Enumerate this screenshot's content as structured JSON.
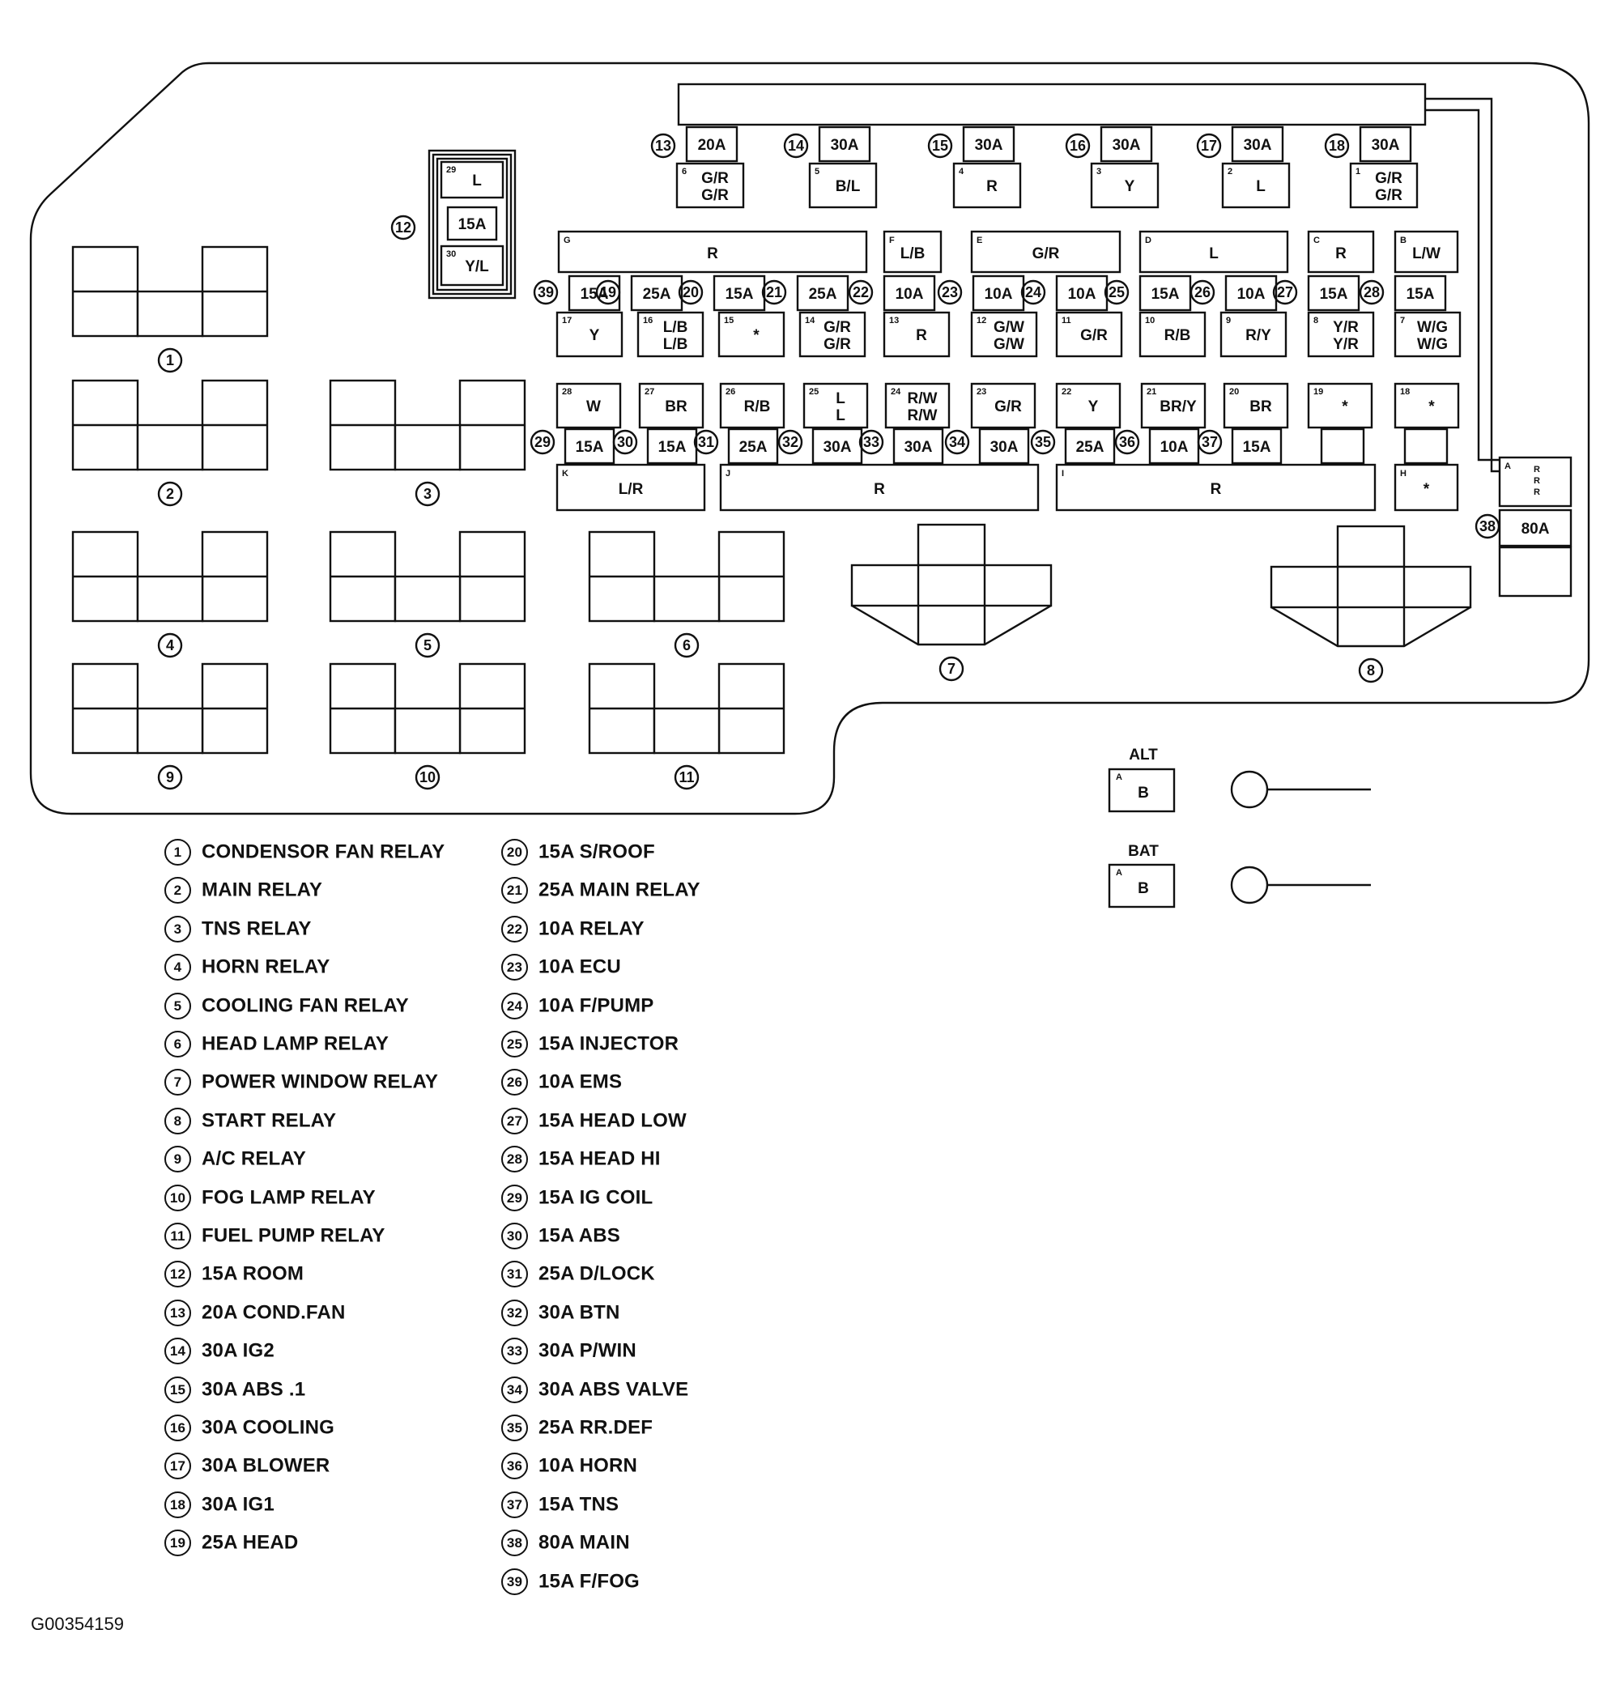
{
  "document_code": "G00354159",
  "terminals": {
    "alt": {
      "label": "ALT",
      "pin": "A",
      "wire": "B"
    },
    "bat": {
      "label": "BAT",
      "pin": "A",
      "wire": "B"
    }
  },
  "top_fuses": [
    {
      "num": "13",
      "amp": "20A",
      "pin": "6",
      "wire": [
        "G/R",
        "G/R"
      ]
    },
    {
      "num": "14",
      "amp": "30A",
      "pin": "5",
      "wire": [
        "B/L"
      ]
    },
    {
      "num": "15",
      "amp": "30A",
      "pin": "4",
      "wire": [
        "R"
      ]
    },
    {
      "num": "16",
      "amp": "30A",
      "pin": "3",
      "wire": [
        "Y"
      ]
    },
    {
      "num": "17",
      "amp": "30A",
      "pin": "2",
      "wire": [
        "L"
      ]
    },
    {
      "num": "18",
      "amp": "30A",
      "pin": "1",
      "wire": [
        "G/R",
        "G/R"
      ]
    }
  ],
  "room_fuse": {
    "num": "12",
    "amp": "15A",
    "top_pin": "29",
    "top_wire": "L",
    "bottom_pin": "30",
    "bottom_wire": "Y/L"
  },
  "row1_buses": [
    {
      "pin": "G",
      "wire": "R"
    },
    {
      "pin": "F",
      "wire": "L/B"
    },
    {
      "pin": "E",
      "wire": "G/R"
    },
    {
      "pin": "D",
      "wire": "L"
    },
    {
      "pin": "C",
      "wire": "R"
    },
    {
      "pin": "B",
      "wire": "L/W"
    }
  ],
  "row1_fuses": [
    {
      "num": "39",
      "amp": "15A"
    },
    {
      "num": "19",
      "amp": "25A"
    },
    {
      "num": "20",
      "amp": "15A"
    },
    {
      "num": "21",
      "amp": "25A"
    },
    {
      "num": "22",
      "amp": "10A"
    },
    {
      "num": "23",
      "amp": "10A"
    },
    {
      "num": "24",
      "amp": "10A"
    },
    {
      "num": "25",
      "amp": "15A"
    },
    {
      "num": "26",
      "amp": "10A"
    },
    {
      "num": "27",
      "amp": "15A"
    },
    {
      "num": "28",
      "amp": "15A"
    }
  ],
  "row1_terminals": [
    {
      "pin": "17",
      "wire": [
        "Y"
      ]
    },
    {
      "pin": "16",
      "wire": [
        "L/B",
        "L/B"
      ]
    },
    {
      "pin": "15",
      "wire": [
        "*"
      ]
    },
    {
      "pin": "14",
      "wire": [
        "G/R",
        "G/R"
      ]
    },
    {
      "pin": "13",
      "wire": [
        "R"
      ]
    },
    {
      "pin": "12",
      "wire": [
        "G/W",
        "G/W"
      ]
    },
    {
      "pin": "11",
      "wire": [
        "G/R"
      ]
    },
    {
      "pin": "10",
      "wire": [
        "R/B"
      ]
    },
    {
      "pin": "9",
      "wire": [
        "R/Y"
      ]
    },
    {
      "pin": "8",
      "wire": [
        "Y/R",
        "Y/R"
      ]
    },
    {
      "pin": "7",
      "wire": [
        "W/G",
        "W/G"
      ]
    }
  ],
  "row2_terminals": [
    {
      "pin": "28",
      "wire": [
        "W"
      ]
    },
    {
      "pin": "27",
      "wire": [
        "BR"
      ]
    },
    {
      "pin": "26",
      "wire": [
        "R/B"
      ]
    },
    {
      "pin": "25",
      "wire": [
        "L",
        "L"
      ]
    },
    {
      "pin": "24",
      "wire": [
        "R/W",
        "R/W"
      ]
    },
    {
      "pin": "23",
      "wire": [
        "G/R"
      ]
    },
    {
      "pin": "22",
      "wire": [
        "Y"
      ]
    },
    {
      "pin": "21",
      "wire": [
        "BR/Y"
      ]
    },
    {
      "pin": "20",
      "wire": [
        "BR"
      ]
    },
    {
      "pin": "19",
      "wire": [
        "*"
      ]
    },
    {
      "pin": "18",
      "wire": [
        "*"
      ]
    }
  ],
  "row2_fuses": [
    {
      "num": "29",
      "amp": "15A"
    },
    {
      "num": "30",
      "amp": "15A"
    },
    {
      "num": "31",
      "amp": "25A"
    },
    {
      "num": "32",
      "amp": "30A"
    },
    {
      "num": "33",
      "amp": "30A"
    },
    {
      "num": "34",
      "amp": "30A"
    },
    {
      "num": "35",
      "amp": "25A"
    },
    {
      "num": "36",
      "amp": "10A"
    },
    {
      "num": "37",
      "amp": "15A"
    }
  ],
  "row2_buses": [
    {
      "pin": "K",
      "wire": "L/R"
    },
    {
      "pin": "J",
      "wire": "R"
    },
    {
      "pin": "I",
      "wire": "R"
    },
    {
      "pin": "H",
      "wire": "*"
    }
  ],
  "main_fuse": {
    "num": "38",
    "amp": "80A",
    "pin": "A",
    "wire": [
      "R",
      "R",
      "R"
    ]
  },
  "relays": [
    "1",
    "2",
    "3",
    "4",
    "5",
    "6",
    "7",
    "8",
    "9",
    "10",
    "11"
  ],
  "legend_left": [
    {
      "num": "1",
      "text": "CONDENSOR FAN RELAY"
    },
    {
      "num": "2",
      "text": "MAIN RELAY"
    },
    {
      "num": "3",
      "text": "TNS RELAY"
    },
    {
      "num": "4",
      "text": "HORN RELAY"
    },
    {
      "num": "5",
      "text": "COOLING FAN RELAY"
    },
    {
      "num": "6",
      "text": "HEAD LAMP RELAY"
    },
    {
      "num": "7",
      "text": "POWER WINDOW RELAY"
    },
    {
      "num": "8",
      "text": "START RELAY"
    },
    {
      "num": "9",
      "text": "A/C RELAY"
    },
    {
      "num": "10",
      "text": "FOG LAMP RELAY"
    },
    {
      "num": "11",
      "text": "FUEL PUMP RELAY"
    },
    {
      "num": "12",
      "text": "15A  ROOM"
    },
    {
      "num": "13",
      "text": "20A COND.FAN"
    },
    {
      "num": "14",
      "text": "30A IG2"
    },
    {
      "num": "15",
      "text": "30A ABS .1"
    },
    {
      "num": "16",
      "text": "30A COOLING"
    },
    {
      "num": "17",
      "text": "30A BLOWER"
    },
    {
      "num": "18",
      "text": "30A IG1"
    },
    {
      "num": "19",
      "text": "25A HEAD"
    }
  ],
  "legend_right": [
    {
      "num": "20",
      "text": "15A S/ROOF"
    },
    {
      "num": "21",
      "text": "25A MAIN RELAY"
    },
    {
      "num": "22",
      "text": "10A RELAY"
    },
    {
      "num": "23",
      "text": "10A ECU"
    },
    {
      "num": "24",
      "text": "10A F/PUMP"
    },
    {
      "num": "25",
      "text": "15A INJECTOR"
    },
    {
      "num": "26",
      "text": "10A EMS"
    },
    {
      "num": "27",
      "text": "15A HEAD LOW"
    },
    {
      "num": "28",
      "text": "15A HEAD HI"
    },
    {
      "num": "29",
      "text": "15A IG COIL"
    },
    {
      "num": "30",
      "text": "15A ABS"
    },
    {
      "num": "31",
      "text": "25A D/LOCK"
    },
    {
      "num": "32",
      "text": "30A BTN"
    },
    {
      "num": "33",
      "text": "30A P/WIN"
    },
    {
      "num": "34",
      "text": "30A ABS VALVE"
    },
    {
      "num": "35",
      "text": "25A RR.DEF"
    },
    {
      "num": "36",
      "text": "10A HORN"
    },
    {
      "num": "37",
      "text": "15A TNS"
    },
    {
      "num": "38",
      "text": "80A MAIN"
    },
    {
      "num": "39",
      "text": "15A F/FOG"
    }
  ]
}
